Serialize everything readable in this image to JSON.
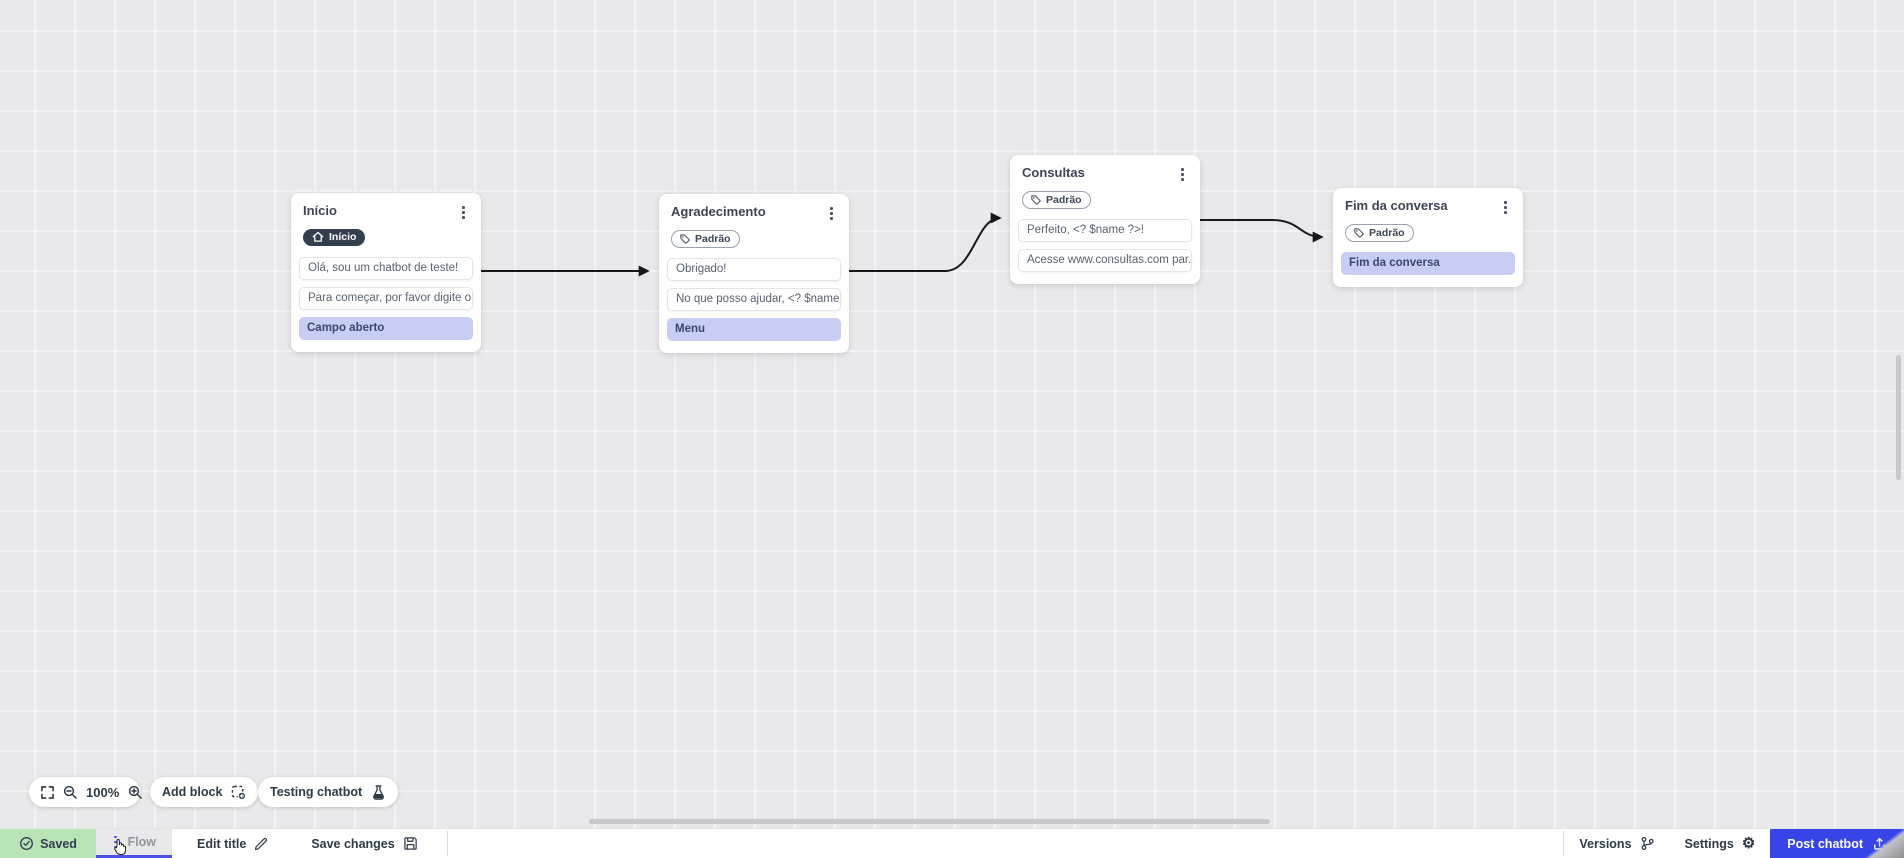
{
  "canvas": {
    "nodes": [
      {
        "title": "Início",
        "badge": "Início",
        "badge_icon": "home-icon",
        "rows": [
          "Olá, sou um chatbot de teste!",
          "Para começar, por favor digite o ...",
          "Campo aberto"
        ]
      },
      {
        "title": "Agradecimento",
        "badge": "Padrão",
        "badge_icon": "tag-icon",
        "rows": [
          "Obrigado!",
          "No que posso ajudar, <? $name ...",
          "Menu"
        ]
      },
      {
        "title": "Consultas",
        "badge": "Padrão",
        "badge_icon": "tag-icon",
        "rows": [
          "Perfeito, <? $name ?>!",
          "Acesse www.consultas.com par..."
        ]
      },
      {
        "title": "Fim da conversa",
        "badge": "Padrão",
        "badge_icon": "tag-icon",
        "rows": [
          "Fim da conversa"
        ]
      }
    ],
    "connections": [
      {
        "from": "Início",
        "to": "Agradecimento"
      },
      {
        "from": "Agradecimento",
        "to": "Consultas"
      },
      {
        "from": "Consultas",
        "to": "Fim da conversa"
      }
    ]
  },
  "toolbar": {
    "zoom_level": "100%",
    "add_block_label": "Add block",
    "testing_label": "Testing chatbot"
  },
  "bottom_bar": {
    "saved_label": "Saved",
    "flow_tab_label": "Flow",
    "edit_title_label": "Edit title",
    "save_changes_label": "Save changes",
    "versions_label": "Versions",
    "settings_label": "Settings",
    "post_label": "Post chatbot"
  },
  "colors": {
    "canvas_bg": "#e9e8ea",
    "node_bg": "#ffffff",
    "lavender_row": "#c7cdf3",
    "dark_badge": "#333e50",
    "saved_green": "#b9e4b8",
    "tab_underline": "#4b50e6",
    "post_button_blue": "#3745e8",
    "connector": "#18181a"
  }
}
